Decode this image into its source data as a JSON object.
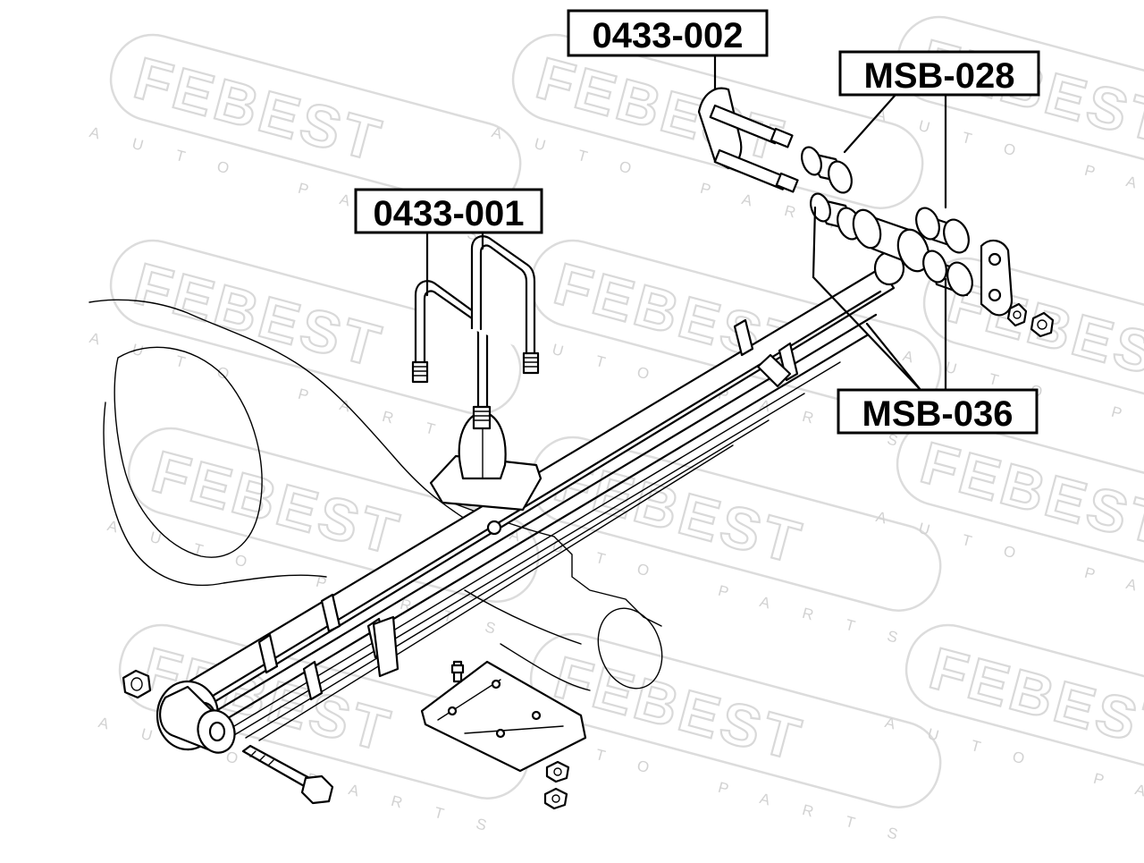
{
  "watermark": {
    "brand": "FEBEST",
    "subtitle": "AUTO PARTS"
  },
  "labels": {
    "u_bolt": "0433-001",
    "shackle": "0433-002",
    "bushing_a": "MSB-028",
    "bushing_b": "MSB-036"
  }
}
